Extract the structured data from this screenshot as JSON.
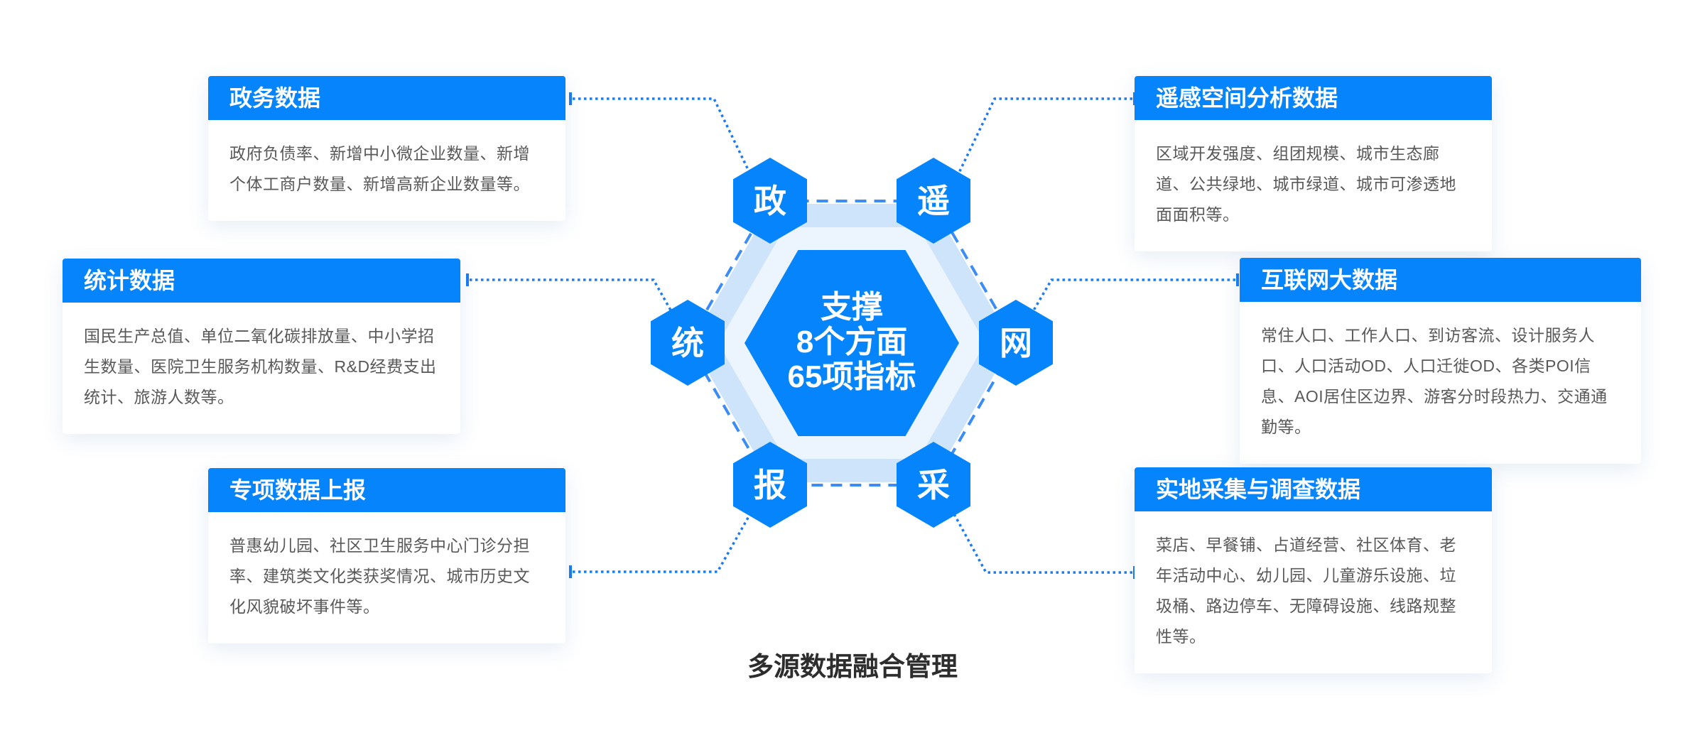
{
  "caption": "多源数据融合管理",
  "center": {
    "line1": "支撑",
    "line2": "8个方面",
    "line3": "65项指标"
  },
  "hexagons": {
    "gov": "政",
    "remote": "遥",
    "stat": "统",
    "net": "网",
    "report": "报",
    "collect": "采"
  },
  "cards": {
    "gov": {
      "title": "政务数据",
      "body": "政府负债率、新增中小微企业数量、新增个体工商户数量、新增高新企业数量等。"
    },
    "stat": {
      "title": "统计数据",
      "body": "国民生产总值、单位二氧化碳排放量、中小学招生数量、医院卫生服务机构数量、R&D经费支出统计、旅游人数等。"
    },
    "report": {
      "title": "专项数据上报",
      "body": "普惠幼儿园、社区卫生服务中心门诊分担率、建筑类文化类获奖情况、城市历史文化风貌破坏事件等。"
    },
    "remote": {
      "title": "遥感空间分析数据",
      "body": "区域开发强度、组团规模、城市生态廊道、公共绿地、城市绿道、城市可渗透地面面积等。"
    },
    "net": {
      "title": "互联网大数据",
      "body": "常住人口、工作人口、到访客流、设计服务人口、人口活动OD、人口迁徙OD、各类POI信息、AOI居住区边界、游客分时段热力、交通通勤等。"
    },
    "collect": {
      "title": "实地采集与调查数据",
      "body": "菜店、早餐铺、占道经营、社区体育、老年活动中心、幼儿园、儿童游乐设施、垃圾桶、路边停车、无障碍设施、线路规整性等。"
    }
  },
  "colors": {
    "primary": "#0584FC",
    "pale": "#CDE4FB",
    "light": "#ECF4FD",
    "dashed": "#3C8CF5",
    "dotted": "#1B7BF2",
    "body_text": "#595959",
    "caption_text": "#2D2D2D"
  }
}
